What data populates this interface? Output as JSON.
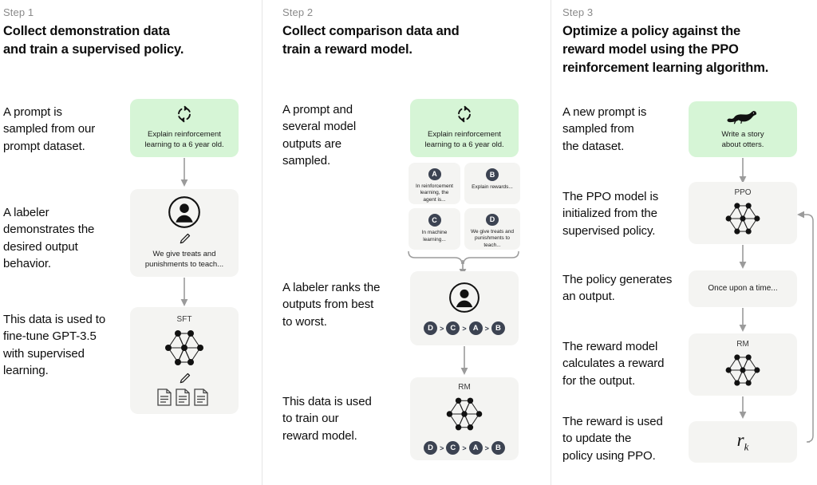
{
  "diagram": {
    "title": "InstructGPT / RLHF three-step training diagram",
    "colors": {
      "background": "#ffffff",
      "box_gray": "#f4f4f2",
      "box_green": "#d6f5d6",
      "badge_navy": "#3c4352",
      "arrow_gray": "#9b9b9b",
      "divider": "#e6e6e6",
      "step_label": "#8a8a8a"
    }
  },
  "steps": [
    {
      "label": "Step 1",
      "title": "Collect demonstration data\nand train a supervised policy.",
      "descriptions": [
        "A prompt is\nsampled from our\nprompt dataset.",
        "A labeler\ndemonstrates the\ndesired output\nbehavior.",
        "This data is used to\nfine-tune GPT-3.5\nwith supervised\nlearning."
      ],
      "boxes": [
        {
          "kind": "prompt",
          "icon": "refresh-cycle-icon",
          "caption": "Explain reinforcement\nlearning to a 6 year old."
        },
        {
          "kind": "labeler",
          "icon": "person-circle-icon",
          "secondary_icon": "pencil-icon",
          "caption": "We give treats and\npunishments to teach..."
        },
        {
          "kind": "model",
          "tag": "SFT",
          "icon": "neural-net-icon",
          "secondary_icon": "pencil-icon",
          "tertiary_icon": "documents-icon"
        }
      ]
    },
    {
      "label": "Step 2",
      "title": "Collect comparison data and\ntrain a reward model.",
      "descriptions": [
        "A prompt and\nseveral model\noutputs are\nsampled.",
        "A labeler ranks the\noutputs from best\nto worst.",
        "This data is used\nto train our\nreward model."
      ],
      "boxes": [
        {
          "kind": "prompt",
          "icon": "refresh-cycle-icon",
          "caption": "Explain reinforcement\nlearning to a 6 year old."
        },
        {
          "kind": "ranking",
          "icon": "person-circle-icon",
          "ranking": [
            "D",
            "C",
            "A",
            "B"
          ]
        },
        {
          "kind": "model",
          "tag": "RM",
          "icon": "neural-net-icon",
          "ranking": [
            "D",
            "C",
            "A",
            "B"
          ]
        }
      ],
      "options": [
        {
          "id": "A",
          "text": "In reinforcement\nlearning, the\nagent is..."
        },
        {
          "id": "B",
          "text": "Explain rewards..."
        },
        {
          "id": "C",
          "text": "In machine\nlearning..."
        },
        {
          "id": "D",
          "text": "We give treats and\npunishments to\nteach..."
        }
      ]
    },
    {
      "label": "Step 3",
      "title": "Optimize a policy against the\nreward model using the PPO\nreinforcement learning algorithm.",
      "descriptions": [
        "A new prompt is\nsampled from\nthe dataset.",
        "The PPO model is\ninitialized from the\nsupervised policy.",
        "The policy generates\nan output.",
        "The reward model\ncalculates a reward\nfor the output.",
        "The reward is used\nto update the\npolicy using PPO."
      ],
      "boxes": [
        {
          "kind": "prompt",
          "icon": "otter-icon",
          "caption": "Write a story\nabout otters."
        },
        {
          "kind": "model",
          "tag": "PPO",
          "icon": "neural-net-icon"
        },
        {
          "kind": "output",
          "caption": "Once upon a time..."
        },
        {
          "kind": "model",
          "tag": "RM",
          "icon": "neural-net-icon"
        },
        {
          "kind": "reward",
          "value": "r",
          "subscript": "k"
        }
      ]
    }
  ]
}
